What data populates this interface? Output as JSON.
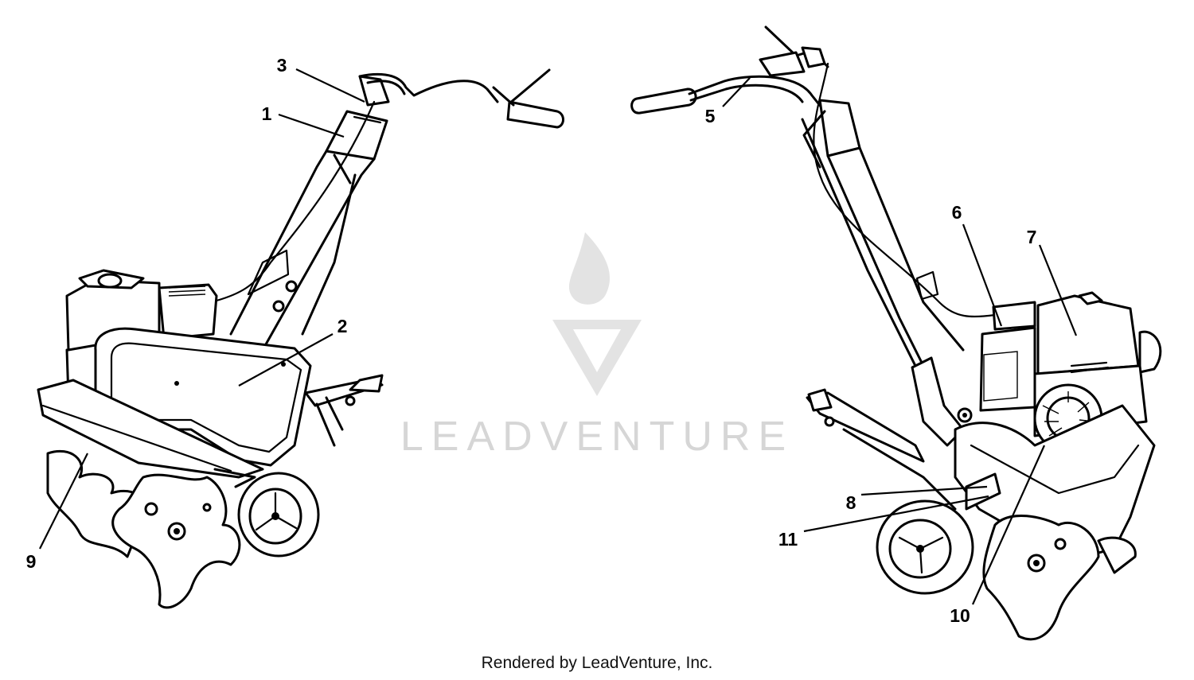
{
  "watermark": {
    "text": "LEADVENTURE",
    "logo_icon": "leadventure-flame-logo-icon",
    "color": "#d6d6d6"
  },
  "footer": {
    "text": "Rendered by LeadVenture, Inc."
  },
  "left_view": {
    "callouts": [
      {
        "number": "3"
      },
      {
        "number": "1"
      },
      {
        "number": "2"
      },
      {
        "number": "9"
      }
    ]
  },
  "right_view": {
    "callouts": [
      {
        "number": "5"
      },
      {
        "number": "6"
      },
      {
        "number": "7"
      },
      {
        "number": "8"
      },
      {
        "number": "11"
      },
      {
        "number": "10"
      }
    ]
  }
}
